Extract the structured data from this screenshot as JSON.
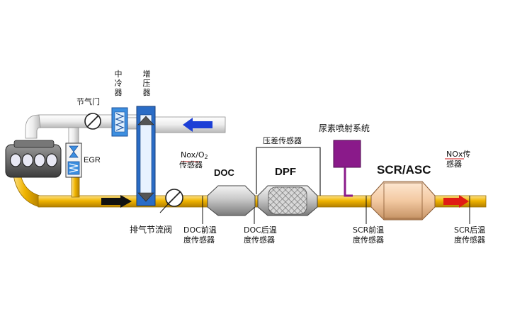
{
  "labels": {
    "throttle": "节气门",
    "intercooler": "中冷器",
    "turbocharger": "增压器",
    "egr": "EGR",
    "exhaust_throttle": "排气节流阀",
    "nox_o2_line1": "Nox/O",
    "nox_o2_sub": "2",
    "nox_o2_line2": "传感器",
    "doc": "DOC",
    "dpf": "DPF",
    "diff_pressure_sensor": "压差传感器",
    "urea_injection": "尿素喷射系统",
    "scr_asc": "SCR/ASC",
    "nox_sensor_line1": "NOx传",
    "nox_sensor_line2": "感器",
    "doc_front_temp_line1": "DOC前温",
    "doc_front_temp_line2": "度传感器",
    "doc_rear_temp_line1": "DOC后温",
    "doc_rear_temp_line2": "度传感器",
    "scr_front_temp_line1": "SCR前温",
    "scr_front_temp_line2": "度传感器",
    "scr_rear_temp_line1": "SCR后温",
    "scr_rear_temp_line2": "度传感器"
  },
  "colors": {
    "exhaust_pipe": "#f0b400",
    "intake_pipe": "#e6e6e6",
    "charge_air_cooler": "#3d8fe0",
    "turbo_housing": "#2a6cc6",
    "urea_tank": "#8a1a8a",
    "scr_body": "#f3c9a2",
    "inflow_arrow": "#1c3fd6",
    "outflow_arrow": "#e01b14",
    "gas_flow_arrow": "#111111",
    "red_leader": "#d11a1a"
  }
}
